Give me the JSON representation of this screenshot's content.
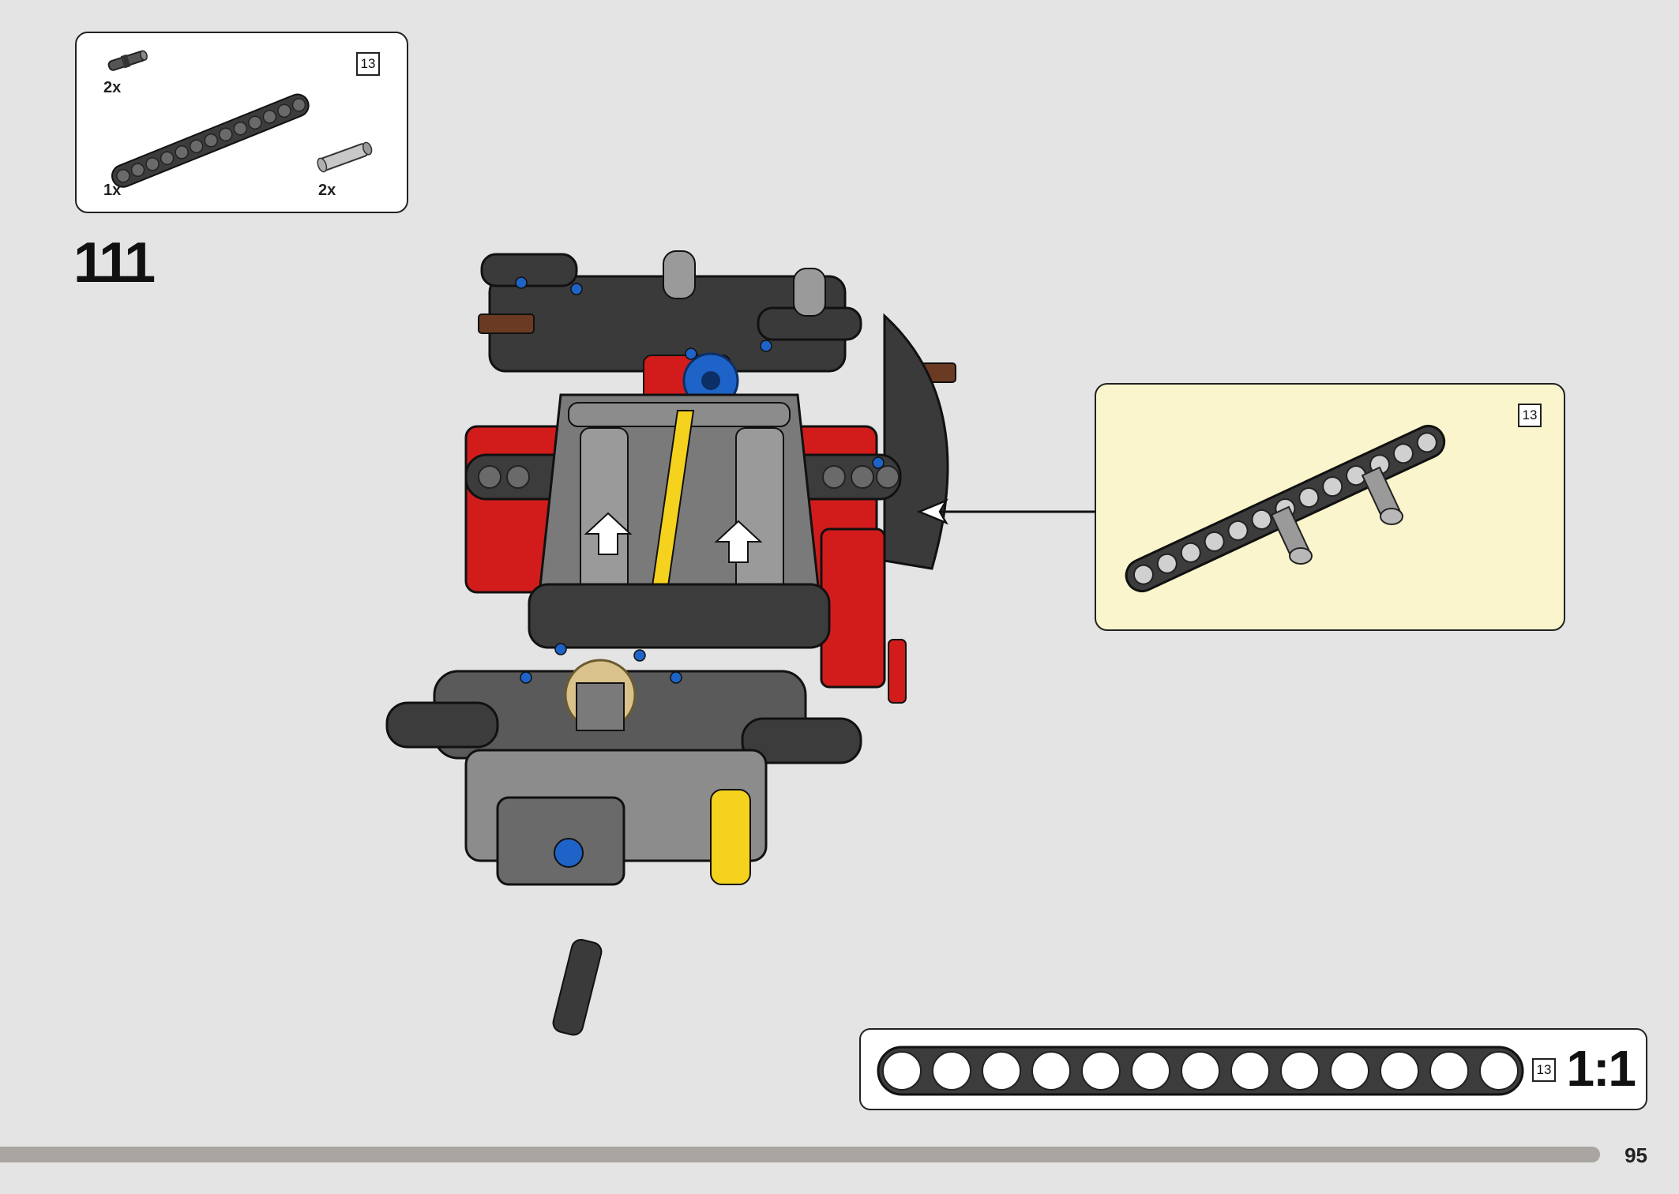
{
  "step": {
    "number": "111"
  },
  "parts_list": {
    "items": [
      {
        "name": "connector-pin",
        "qty": "2x"
      },
      {
        "name": "beam-13",
        "qty": "1x"
      },
      {
        "name": "axle-pin",
        "qty": "2x"
      }
    ],
    "length_badge": "13"
  },
  "callout": {
    "length_badge": "13"
  },
  "scale": {
    "length_badge": "13",
    "label": "1:1",
    "hole_count": 13
  },
  "progress": {
    "fraction": 0.953
  },
  "page": {
    "number": "95"
  },
  "colors": {
    "background": "#e4e4e4",
    "callout_bg": "#fbf5cd",
    "beam": "#3c3c3c",
    "red": "#d21c1c",
    "blue": "#1e64c8",
    "yellow": "#f5d21e",
    "light_gray": "#a8a8a8",
    "progress": "#a9a5a1"
  }
}
